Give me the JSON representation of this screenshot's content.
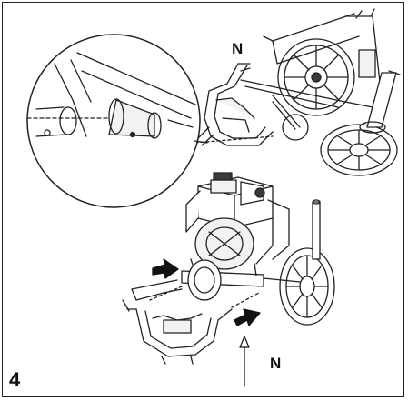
{
  "figure": {
    "step_number": "4",
    "callout_top": "N",
    "callout_bottom": "N"
  },
  "colors": {
    "line": "#222222",
    "fill_light": "#f2f2f2",
    "fill_dark": "#3a3a3a",
    "background": "#ffffff"
  },
  "icons": [
    "arrow-icon",
    "wheel-icon",
    "engine-icon",
    "handle-icon",
    "frame-tube-icon"
  ]
}
